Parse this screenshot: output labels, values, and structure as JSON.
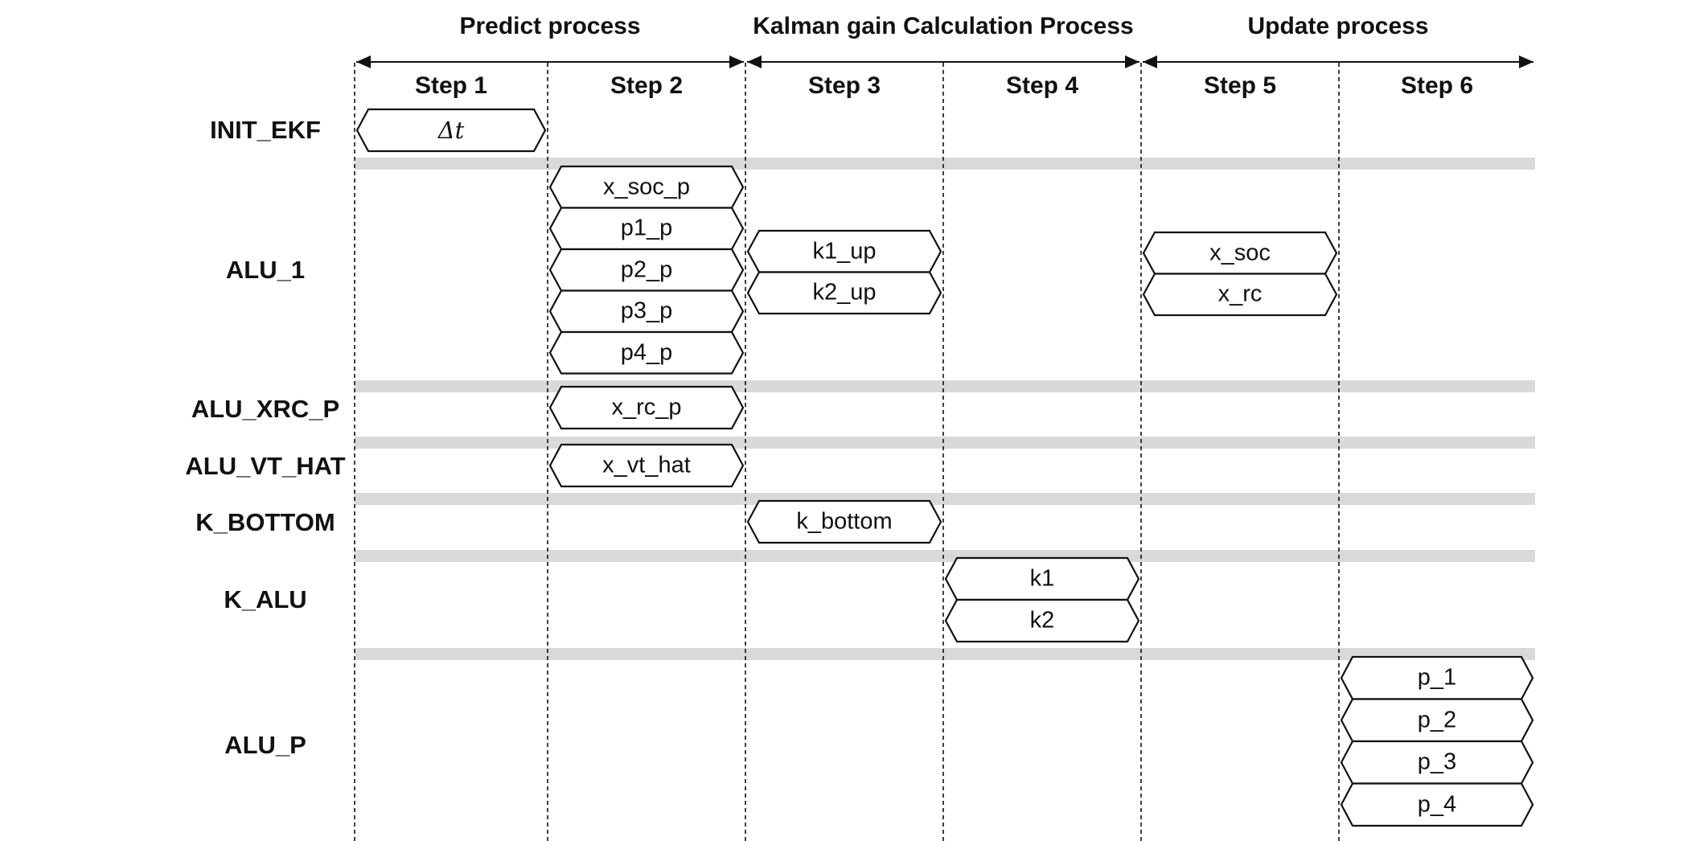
{
  "processes": [
    {
      "label": "Predict process",
      "from_step": 1,
      "to_step": 2
    },
    {
      "label": "Kalman gain Calculation Process",
      "from_step": 3,
      "to_step": 4
    },
    {
      "label": "Update process",
      "from_step": 5,
      "to_step": 6
    }
  ],
  "steps": [
    "Step 1",
    "Step 2",
    "Step 3",
    "Step 4",
    "Step 5",
    "Step 6"
  ],
  "rows": [
    {
      "label": "INIT_EKF",
      "slots": 1,
      "cells": [
        {
          "step": 1,
          "items": [
            "Δt"
          ],
          "italic": true
        }
      ]
    },
    {
      "label": "ALU_1",
      "slots": 5,
      "cells": [
        {
          "step": 2,
          "items": [
            "x_soc_p",
            "p1_p",
            "p2_p",
            "p3_p",
            "p4_p"
          ]
        },
        {
          "step": 3,
          "items": [
            "k1_up",
            "k2_up"
          ]
        },
        {
          "step": 5,
          "items": [
            "x_soc",
            "x_rc"
          ]
        }
      ]
    },
    {
      "label": "ALU_XRC_P",
      "slots": 1,
      "cells": [
        {
          "step": 2,
          "items": [
            "x_rc_p"
          ]
        }
      ]
    },
    {
      "label": "ALU_VT_HAT",
      "slots": 1,
      "cells": [
        {
          "step": 2,
          "items": [
            "x_vt_hat"
          ]
        }
      ]
    },
    {
      "label": "K_BOTTOM",
      "slots": 1,
      "cells": [
        {
          "step": 3,
          "items": [
            "k_bottom"
          ]
        }
      ]
    },
    {
      "label": "K_ALU",
      "slots": 2,
      "cells": [
        {
          "step": 4,
          "items": [
            "k1",
            "k2"
          ]
        }
      ]
    },
    {
      "label": "ALU_P",
      "slots": 4,
      "cells": [
        {
          "step": 6,
          "items": [
            "p_1",
            "p_2",
            "p_3",
            "p_4"
          ]
        }
      ]
    }
  ],
  "colors": {
    "line": "#111111",
    "separator": "#d9d9d9",
    "box_fill": "#ffffff"
  }
}
